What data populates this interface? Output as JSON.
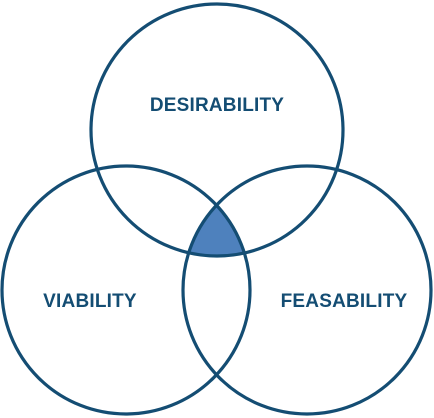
{
  "diagram": {
    "type": "venn",
    "colors": {
      "outline": "#144d73",
      "label": "#144d73",
      "intersection_fill": "#4e81bd",
      "background": "#ffffff"
    },
    "sets": [
      {
        "id": "top",
        "label": "DESIRABILITY"
      },
      {
        "id": "left",
        "label": "VIABILITY"
      },
      {
        "id": "right",
        "label": "FEASABILITY"
      }
    ],
    "intersection": {
      "highlighted": true
    }
  }
}
